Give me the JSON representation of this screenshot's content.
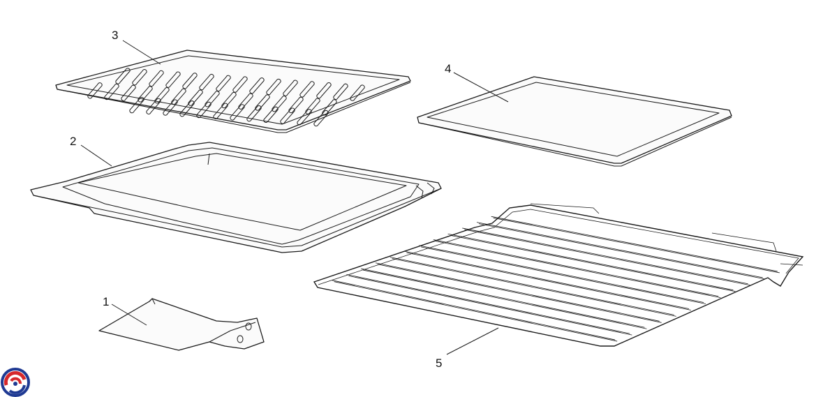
{
  "callouts": {
    "p1": "1",
    "p2": "2",
    "p3": "3",
    "p4": "4",
    "p5": "5"
  },
  "colors": {
    "line": "#1a1a1a",
    "background": "#ffffff",
    "logo_blue": "#1f3a93",
    "logo_red": "#d6282b"
  },
  "icons": {
    "logo": "brand-swirl-logo"
  }
}
